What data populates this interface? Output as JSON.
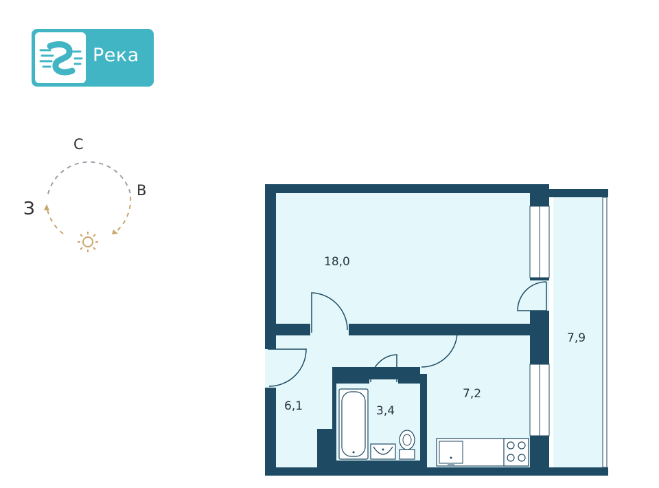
{
  "brand": {
    "name": "Река",
    "color": "#41b5c4"
  },
  "compass": {
    "north": "С",
    "east": "В",
    "west": "З",
    "sun_icon": "sun-icon",
    "dash_gray": "#9aa0a6",
    "dash_sun": "#c9a66b"
  },
  "floor_plan": {
    "wall_color": "#1f4a63",
    "floor_color": "#e4f8fb",
    "rooms": [
      {
        "id": "bedroom",
        "area": "18,0"
      },
      {
        "id": "kitchen",
        "area": "7,2"
      },
      {
        "id": "hall",
        "area": "6,1"
      },
      {
        "id": "bathroom",
        "area": "3,4"
      },
      {
        "id": "balcony",
        "area": "7,9"
      }
    ]
  }
}
